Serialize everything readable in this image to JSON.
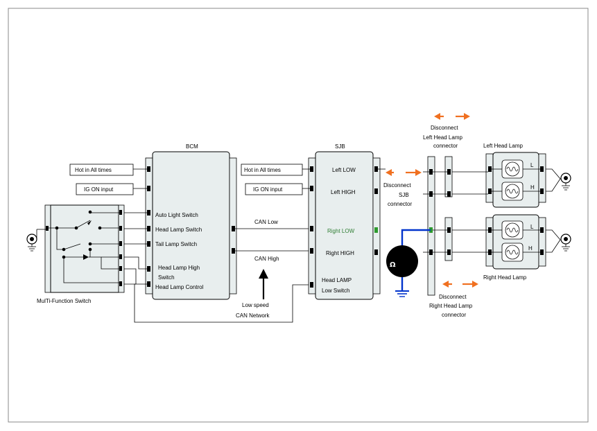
{
  "bcm": {
    "title": "BCM",
    "pins": [
      "Auto Light Switch",
      "Head Lamp Switch",
      "Tail Lamp Switch",
      "Head Lamp High",
      "Switch",
      "Head Lamp Control"
    ]
  },
  "sjb": {
    "title": "SJB",
    "pins": [
      "Left LOW",
      "Left HIGH",
      "Right LOW",
      "Right HIGH",
      "Head LAMP",
      "Low Switch"
    ]
  },
  "inputs": {
    "bcm_hot": "Hot in All times",
    "bcm_ig": "IG ON input",
    "sjb_hot": "Hot in All times",
    "sjb_ig": "IG ON input"
  },
  "can": {
    "low": "CAN Low",
    "high": "CAN High",
    "network_line1": "Low speed",
    "network_line2": "CAN Network"
  },
  "multi_function_switch": {
    "label": "MulTi-Function Switch"
  },
  "sjb_connector": {
    "line1": "Disconnect",
    "line2": "SJB",
    "line3": "connector"
  },
  "left_lamp_connector": {
    "line1": "Disconnect",
    "line2": "Left Head Lamp",
    "line3": "connector"
  },
  "right_lamp_connector": {
    "line1": "Disconnect",
    "line2": "Right Head Lamp",
    "line3": "connector"
  },
  "left_head_lamp": {
    "title": "Left Head Lamp",
    "low": "L",
    "high": "H"
  },
  "right_head_lamp": {
    "title": "Right Head Lamp",
    "low": "L",
    "high": "H"
  },
  "meter": {
    "symbol": "Ω"
  },
  "colors": {
    "accent_orange": "#f07020",
    "probe_blue": "#0033cc",
    "right_low_green": "#2e7d32"
  }
}
